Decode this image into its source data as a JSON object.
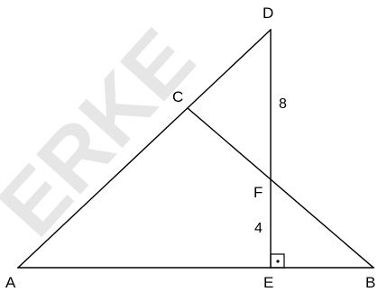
{
  "watermark": "ERKE",
  "points": {
    "A": "A",
    "B": "B",
    "C": "C",
    "D": "D",
    "E": "E",
    "F": "F"
  },
  "lengths": {
    "DF": "8",
    "FE": "4"
  },
  "right_angle_mark": "•"
}
